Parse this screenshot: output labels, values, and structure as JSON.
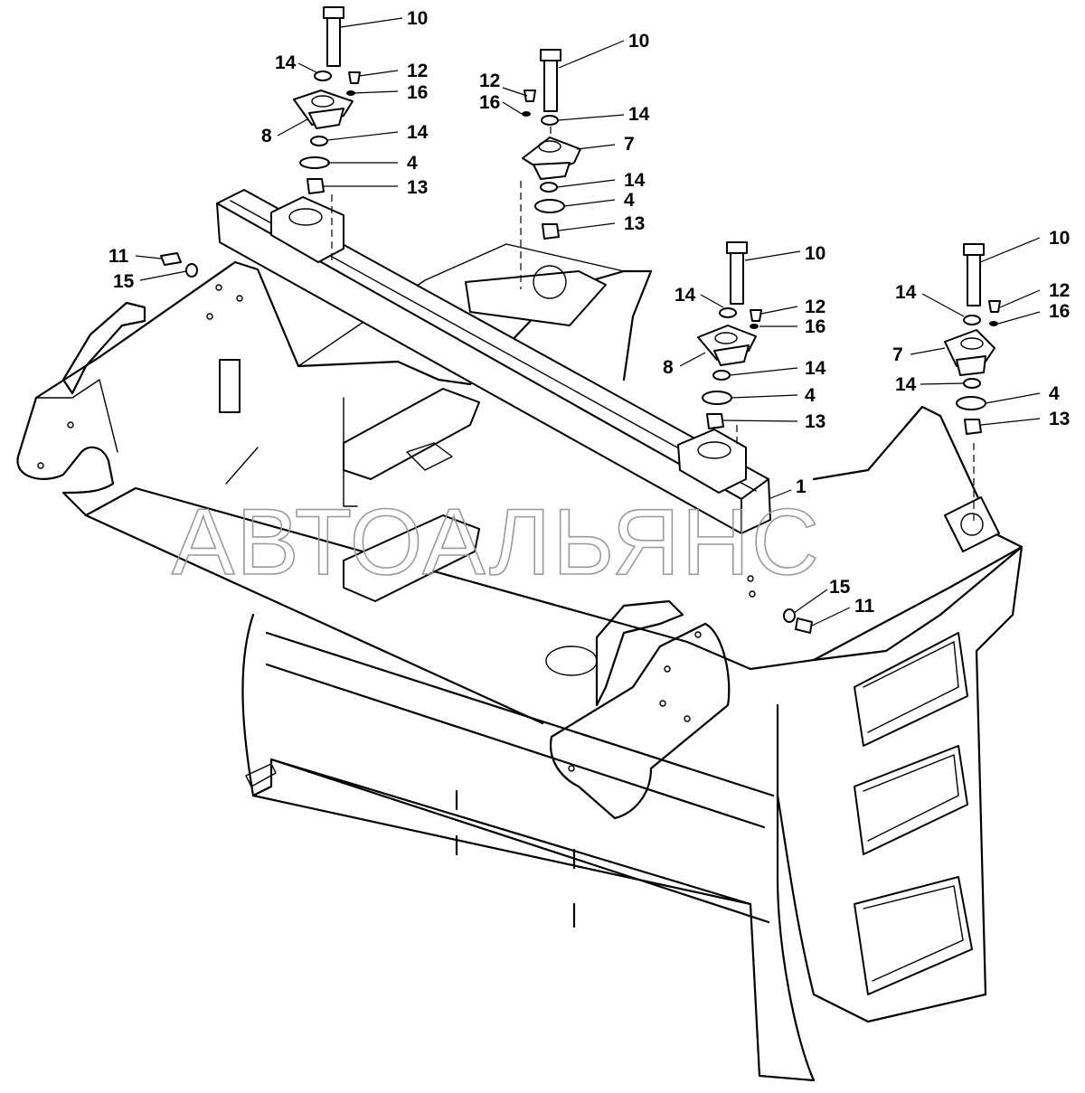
{
  "watermark": "АВТОАЛЬЯНС",
  "callouts": [
    {
      "id": "c10a",
      "text": "10"
    },
    {
      "id": "c14a",
      "text": "14"
    },
    {
      "id": "c12a",
      "text": "12"
    },
    {
      "id": "c16a",
      "text": "16"
    },
    {
      "id": "c8a",
      "text": "8"
    },
    {
      "id": "c14b",
      "text": "14"
    },
    {
      "id": "c4a",
      "text": "4"
    },
    {
      "id": "c13a",
      "text": "13"
    },
    {
      "id": "c10b",
      "text": "10"
    },
    {
      "id": "c12b",
      "text": "12"
    },
    {
      "id": "c16b",
      "text": "16"
    },
    {
      "id": "c14c",
      "text": "14"
    },
    {
      "id": "c7a",
      "text": "7"
    },
    {
      "id": "c14d",
      "text": "14"
    },
    {
      "id": "c4b",
      "text": "4"
    },
    {
      "id": "c13b",
      "text": "13"
    },
    {
      "id": "c10c",
      "text": "10"
    },
    {
      "id": "c14e",
      "text": "14"
    },
    {
      "id": "c12c",
      "text": "12"
    },
    {
      "id": "c16c",
      "text": "16"
    },
    {
      "id": "c8b",
      "text": "8"
    },
    {
      "id": "c14f",
      "text": "14"
    },
    {
      "id": "c4c",
      "text": "4"
    },
    {
      "id": "c13c",
      "text": "13"
    },
    {
      "id": "c10d",
      "text": "10"
    },
    {
      "id": "c14g",
      "text": "14"
    },
    {
      "id": "c12d",
      "text": "12"
    },
    {
      "id": "c16d",
      "text": "16"
    },
    {
      "id": "c7b",
      "text": "7"
    },
    {
      "id": "c14h",
      "text": "14"
    },
    {
      "id": "c4d",
      "text": "4"
    },
    {
      "id": "c13d",
      "text": "13"
    },
    {
      "id": "c11a",
      "text": "11"
    },
    {
      "id": "c15a",
      "text": "15"
    },
    {
      "id": "c1",
      "text": "1"
    },
    {
      "id": "c15b",
      "text": "15"
    },
    {
      "id": "c11b",
      "text": "11"
    }
  ]
}
